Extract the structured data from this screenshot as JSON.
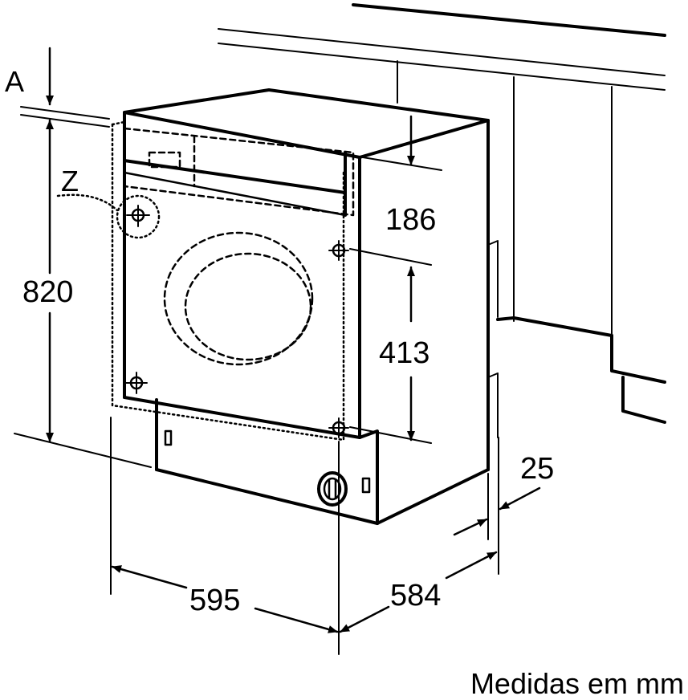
{
  "labels": {
    "mark_a": "A",
    "mark_z": "Z",
    "dim_820": "820",
    "dim_186": "186",
    "dim_413": "413",
    "dim_25": "25",
    "dim_595": "595",
    "dim_584": "584",
    "units_note": "Medidas em mm"
  },
  "colors": {
    "line": "#000000",
    "background": "#ffffff"
  }
}
